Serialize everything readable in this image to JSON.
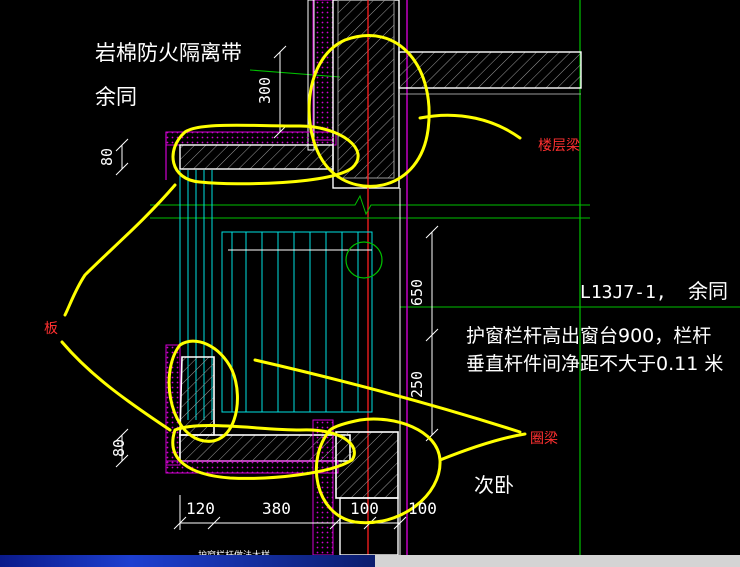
{
  "drawing": {
    "texts": {
      "rock_wool_band": "岩棉防火隔离带",
      "same_as_above": "余同",
      "dim_300": "300",
      "dim_80_top": "80",
      "dim_650": "650",
      "dim_250": "250",
      "dim_80_bottom": "80",
      "dim_120": "120",
      "dim_380": "380",
      "dim_100": "100",
      "dim_100b": "100",
      "ref_code": "L13J7-1,",
      "ref_same": "余同",
      "railing_note_line1": "护窗栏杆高出窗台900，栏杆",
      "railing_note_line2": "垂直杆件间净距不大于0.11  米",
      "secondary_bedroom": "次卧",
      "bottom_caption": "护窗栏杆做法大样"
    },
    "annotations": {
      "floor_beam": "楼层梁",
      "slab": "板",
      "ring_beam": "圈梁"
    }
  },
  "colors": {
    "background": "#000000",
    "wall_outline": "#ffffff",
    "dimension": "#ffffff",
    "magenta": "#d000d0",
    "cyan": "#00e0e0",
    "green": "#00c000",
    "red_line": "#ff2020",
    "highlight": "#ffff00",
    "annotation": "#ff3030"
  }
}
